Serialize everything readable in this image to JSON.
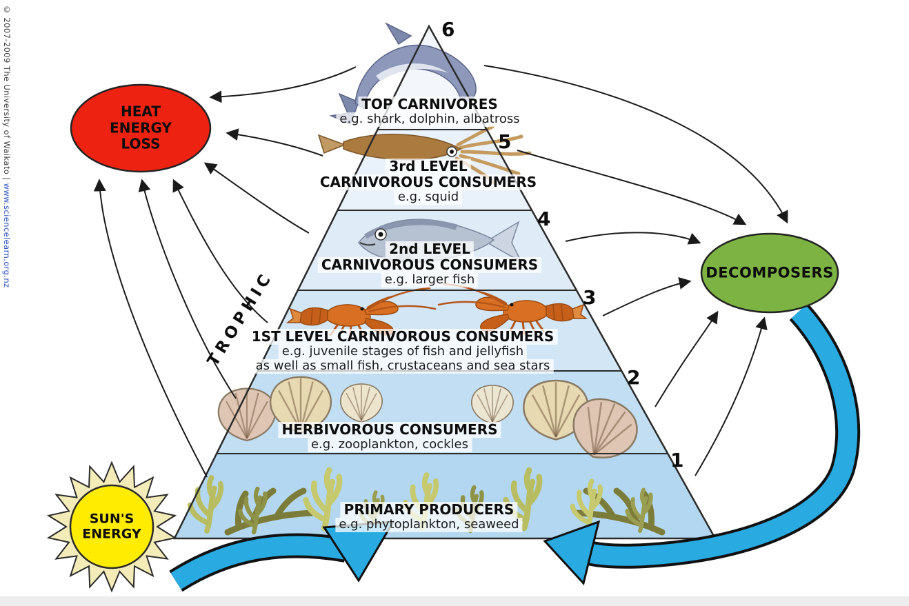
{
  "copyright": {
    "prefix": "© 2007-2009 The University of Waikato | ",
    "url": "www.sciencelearn.org.nz"
  },
  "pyramid": {
    "axis_word": "TROPHIC",
    "band_colors": [
      "#f3f7fc",
      "#e9f1fa",
      "#dfecf8",
      "#d2e6f6",
      "#c2def3",
      "#b3d7f0"
    ],
    "levels": [
      {
        "num": "6",
        "t1": "TOP CARNIVORES",
        "e1": "e.g. shark, dolphin, albatross",
        "organism": "dolphin"
      },
      {
        "num": "5",
        "t1": "3rd LEVEL",
        "t2": "CARNIVOROUS CONSUMERS",
        "e1": "e.g. squid",
        "organism": "squid"
      },
      {
        "num": "4",
        "t1": "2nd LEVEL",
        "t2": "CARNIVOROUS CONSUMERS",
        "e1": "e.g. larger fish",
        "organism": "fish"
      },
      {
        "num": "3",
        "t1": "1ST LEVEL CARNIVOROUS CONSUMERS",
        "e1": "e.g. juvenile stages of fish and jellyfish",
        "e2": "as well as small fish, crustaceans and sea stars",
        "organism": "crayfish"
      },
      {
        "num": "2",
        "t1": "HERBIVOROUS CONSUMERS",
        "e1": "e.g. zooplankton, cockles",
        "organism": "cockle-shells"
      },
      {
        "num": "1",
        "t1": "PRIMARY PRODUCERS",
        "e1": "e.g. phytoplankton, seaweed",
        "organism": "seaweed"
      }
    ]
  },
  "nodes": {
    "heat_energy_loss": {
      "l1": "HEAT",
      "l2": "ENERGY",
      "l3": "LOSS",
      "fill": "#ee2211"
    },
    "decomposers": {
      "label": "DECOMPOSERS",
      "fill": "#7cb342"
    },
    "suns_energy": {
      "l1": "SUN'S",
      "l2": "ENERGY",
      "fill": "#ffec00"
    }
  },
  "colors": {
    "energy_arrow": "#29abe2",
    "arrow_black": "#1a1a1a"
  }
}
